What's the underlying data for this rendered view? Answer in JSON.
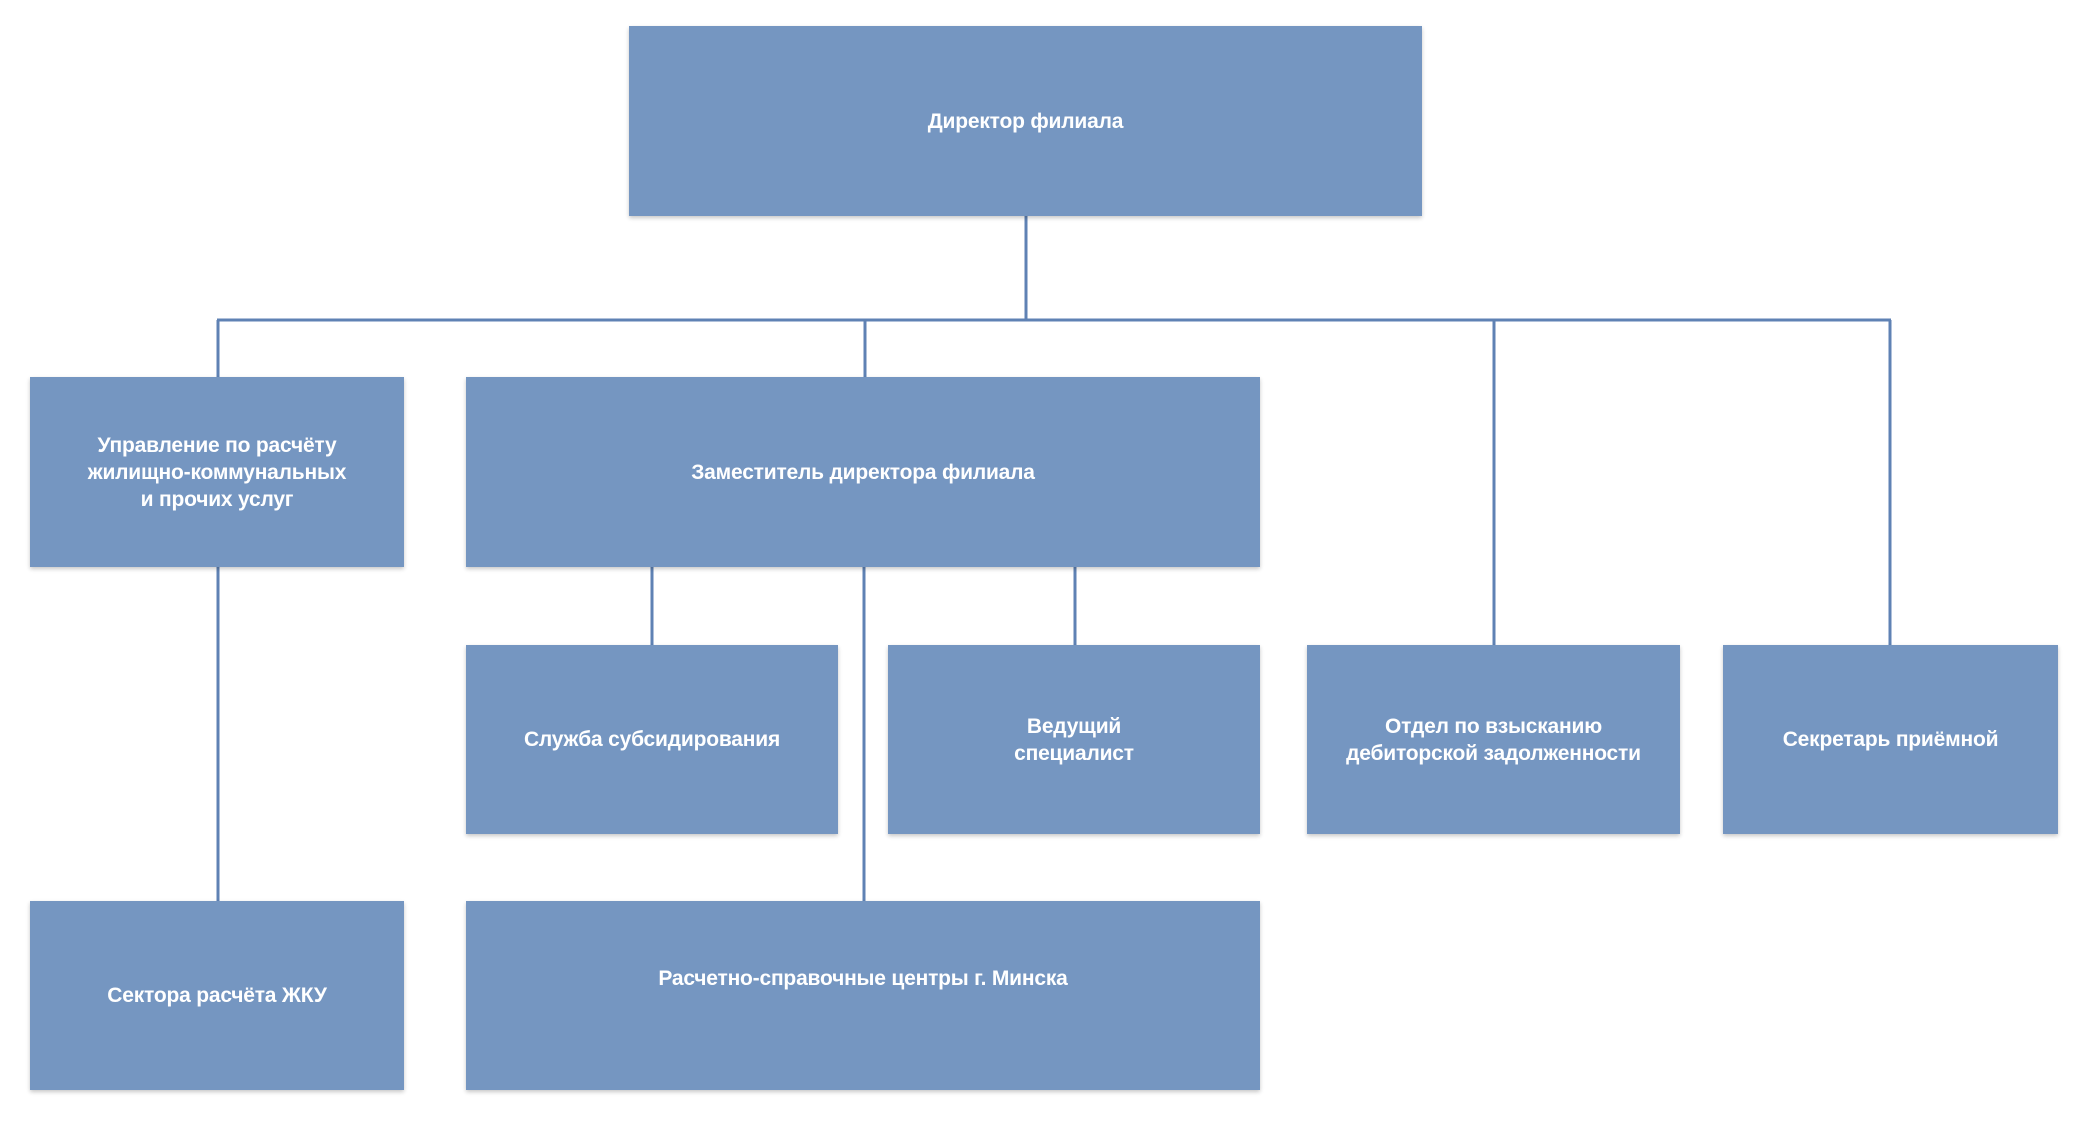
{
  "org_chart": {
    "director": "Директор филиала",
    "management": "Управление по расчёту\nжилищно-коммунальных\nи прочих услуг",
    "deputy": "Заместитель директора филиала",
    "subsidy_service": "Служба субсидирования",
    "lead_specialist": "Ведущий\nспециалист",
    "debt_department": "Отдел по взысканию\nдебиторской задолженности",
    "secretary": "Секретарь приёмной",
    "sectors": "Сектора расчёта ЖКУ",
    "settlement_centers": "Расчетно-справочные центры г. Минска"
  },
  "colors": {
    "box_fill": "#7596c1",
    "connector": "#5f82b4",
    "text": "#ffffff",
    "background": "#ffffff"
  }
}
